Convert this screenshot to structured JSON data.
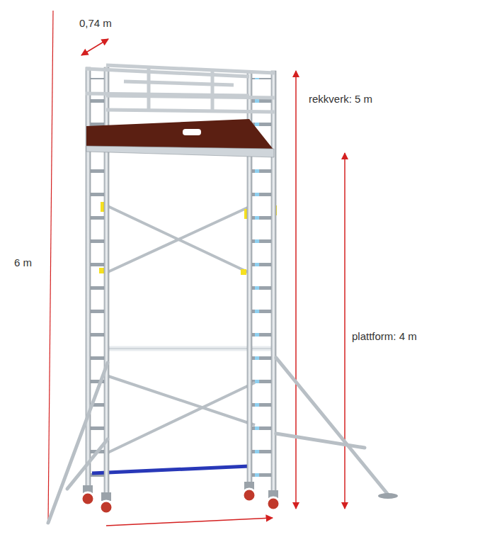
{
  "diagram": {
    "labels": [
      "0,74 m",
      "6 m",
      "rekkverk: 5 m",
      "plattform: 4 m"
    ]
  }
}
